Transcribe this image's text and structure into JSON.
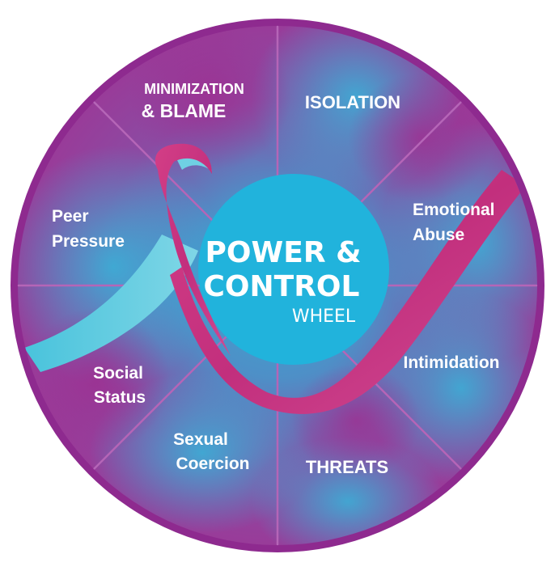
{
  "center": {
    "line1": "POWER &",
    "line2": "CONTROL",
    "line3": "WHEEL"
  },
  "segments": {
    "minimization": {
      "line1": "MINIMIZATION",
      "line2": "& BLAME"
    },
    "isolation": {
      "line1": "ISOLATION"
    },
    "emotional_abuse": {
      "line1": "Emotional",
      "line2": "Abuse"
    },
    "intimidation": {
      "line1": "Intimidation"
    },
    "threats": {
      "line1": "THREATS"
    },
    "sexual_coercion": {
      "line1": "Sexual",
      "line2": "Coercion"
    },
    "social_status": {
      "line1": "Social",
      "line2": "Status"
    },
    "peer_pressure": {
      "line1": "Peer",
      "line2": "Pressure"
    }
  },
  "colors": {
    "rim": "#8e2a8f",
    "purple": "#8a3a96",
    "teal": "#2fb2d3",
    "hub": "#21b3dc",
    "ribbon_pink": "#c9357f",
    "ribbon_blue": "#5fc9de",
    "divider": "#b565b7"
  }
}
